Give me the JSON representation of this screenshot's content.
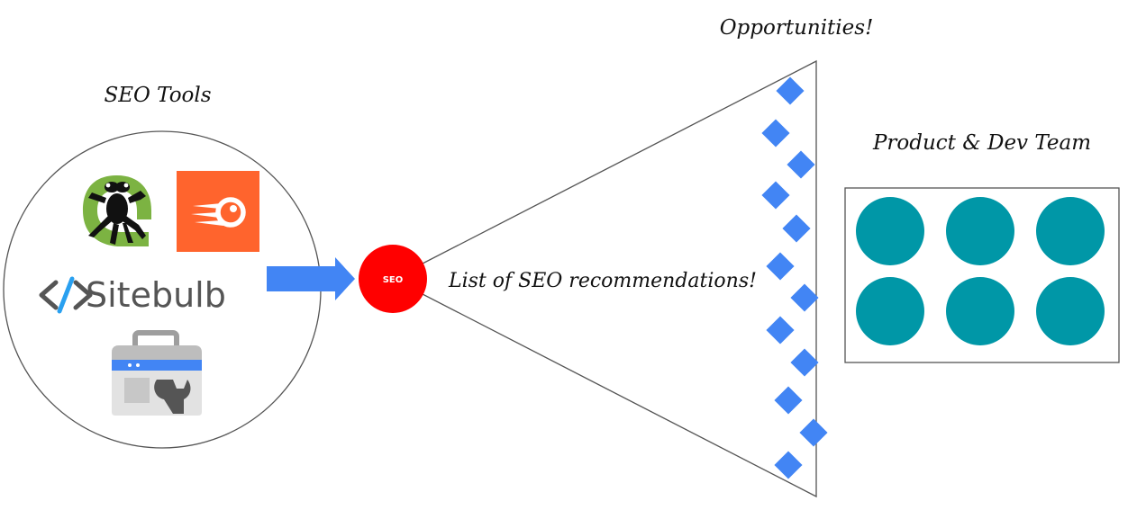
{
  "labels": {
    "seo_tools": "SEO Tools",
    "opportunities": "Opportunities!",
    "product_dev_team": "Product & Dev Team",
    "recommendations": "List of SEO recommendations!",
    "seo_node": "SEO"
  },
  "tools": {
    "sitebulb_wordmark": "Sitebulb",
    "icons": [
      "screaming-frog-icon",
      "semrush-icon",
      "sitebulb-logo",
      "google-search-console-icon"
    ]
  },
  "team": {
    "member_count": 6
  },
  "opportunities": {
    "count": 12
  },
  "colors": {
    "diamond": "#4285f4",
    "arrow": "#4285f4",
    "seo_node": "#ff0000",
    "team_member": "#0097a7",
    "frog_green": "#7cb342",
    "semrush_orange": "#ff642d",
    "console_blue": "#4285f4",
    "console_grey": "#c7c7c7"
  }
}
